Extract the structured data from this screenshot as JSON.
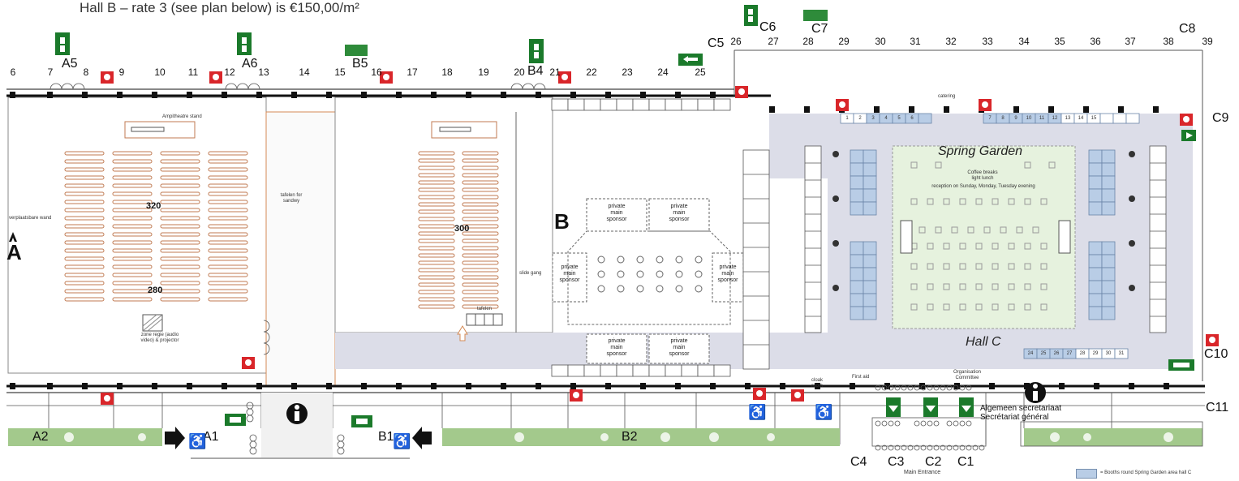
{
  "header": {
    "rate_text": "Hall B  – rate 3 (see plan below) is €150,00/m²"
  },
  "column_numbers": [
    "6",
    "7",
    "8",
    "9",
    "10",
    "11",
    "12",
    "13",
    "14",
    "15",
    "16",
    "17",
    "18",
    "19",
    "20",
    "21",
    "22",
    "23",
    "24",
    "25",
    "26",
    "27",
    "28",
    "29",
    "30",
    "31",
    "32",
    "33",
    "34",
    "35",
    "36",
    "37",
    "38",
    "39"
  ],
  "exit_labels": {
    "a5": "A5",
    "a6": "A6",
    "b5": "B5",
    "b4": "B4",
    "c5": "C5",
    "c6": "C6",
    "c7": "C7",
    "c8": "C8",
    "c9": "C9",
    "c10": "C10",
    "c11": "C11",
    "a1": "A1",
    "a2": "A2",
    "b1": "B1",
    "b2": "B2",
    "c1": "C1",
    "c2": "C2",
    "c3": "C3",
    "c4": "C4"
  },
  "halls": {
    "a": "A",
    "b": "B",
    "c": "Hall C"
  },
  "seat_counts": {
    "hall_a_top": "320",
    "hall_a_bottom": "280",
    "hall_b": "300"
  },
  "garden": {
    "title": "Spring Garden",
    "note_line1": "Coffee breaks",
    "note_line2": "light lunch",
    "note_line3": "reception on Sunday, Monday, Tuesday evening"
  },
  "sponsors": {
    "label_line1": "private",
    "label_line2": "main",
    "label_line3": "sponsor"
  },
  "info": {
    "secretariat_line1": "Algemeen secretariaat",
    "secretariat_line2": "Secrétariat général",
    "main_entrance": "Main Entrance",
    "first_aid": "First aid",
    "cloak": "cloak room",
    "organisation": "Organisation Committee",
    "catering": "catering"
  },
  "legend": {
    "text": "= Booths round Spring Garden area hall C"
  },
  "hall_a_notes": {
    "stage_note": "Ampitheatre stand",
    "entrance_note": "verplaatsbare wand",
    "projector_note": "zone regie (audio video) & projector",
    "tables_note": "tafelen for sandwy"
  },
  "hall_b_notes": {
    "gang": "slide gang",
    "tables": "tafelen"
  },
  "booth_numbers_top": [
    "1",
    "2",
    "3",
    "4",
    "5",
    "6",
    "7",
    "8",
    "9",
    "10",
    "11",
    "12",
    "13",
    "14",
    "15"
  ],
  "booth_numbers_bottom": [
    "24",
    "25",
    "26",
    "27",
    "28",
    "29",
    "30",
    "31"
  ],
  "colors": {
    "wall": "#111",
    "grey_floor": "#dcdde8",
    "garden": "#e6f2de",
    "grass": "#a3c98c",
    "booth": "#b9cde6",
    "exit_green": "#1b7a2b",
    "alarm_red": "#d9262a"
  }
}
